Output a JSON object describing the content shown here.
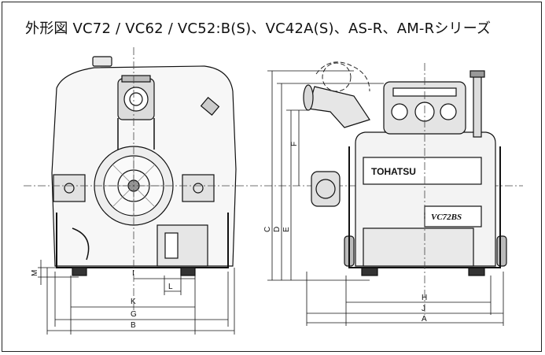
{
  "title": "外形図 VC72 / VC62 / VC52:B(S)、VC42A(S)、AS-R、AM-Rシリーズ",
  "front_view": {
    "dimension_labels": {
      "I": "I",
      "L": "L",
      "K": "K",
      "G": "G",
      "B": "B",
      "M": "M"
    }
  },
  "side_view": {
    "dimension_labels": {
      "C": "C",
      "D": "D",
      "E": "E",
      "F": "F",
      "H": "H",
      "J": "J",
      "A": "A"
    },
    "brand_mark": "TOHATSU",
    "model_plate": "VC72BS"
  }
}
